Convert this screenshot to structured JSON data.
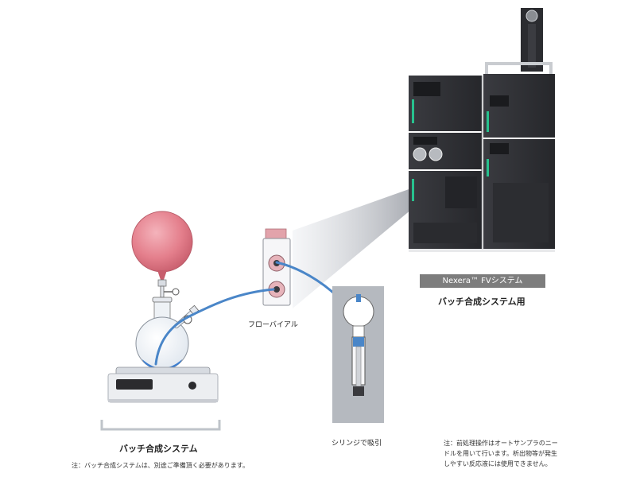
{
  "batch_system": {
    "label": "バッチ合成システム",
    "note": "注：バッチ合成システムは、別途ご準備頂く必要があります。"
  },
  "flow_vial": {
    "label": "フローバイアル"
  },
  "syringe": {
    "label": "シリンジで吸引"
  },
  "instrument": {
    "badge": "Nexera™ FVシステム",
    "sublabel": "バッチ合成システム用"
  },
  "autosampler_note": {
    "lines": [
      "注：前処理操作はオートサンプラのニー",
      "ドルを用いて行います。析出物等が発生",
      "しやすい反応液には使用できません。"
    ]
  },
  "colors": {
    "balloon": "#e47f8c",
    "tubing": "#4a86c8",
    "liquid": "#3f7fd0",
    "instrument_body": "#2f3034",
    "badge_bg": "#7d7d7d"
  }
}
